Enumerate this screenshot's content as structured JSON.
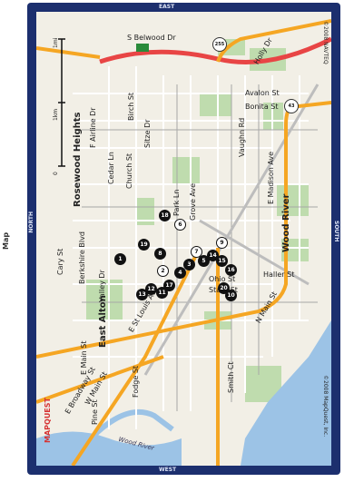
{
  "page_title": "Map",
  "compass": {
    "top": "EAST",
    "bottom": "WEST",
    "left": "NORTH",
    "right": "SOUTH"
  },
  "copyright": {
    "top_right": "©2008 NAVTEQ",
    "bottom_right": "©2008 MapQuest, Inc."
  },
  "logo_text": "MAPQUEST",
  "scale": {
    "miles": "1mi",
    "km": "1km",
    "zero": "0"
  },
  "cities": {
    "rosewood_heights": "Rosewood Heights",
    "east_alton": "East Alton",
    "wood_river": "Wood River"
  },
  "streets": {
    "belwood": "S Belwood Dr",
    "holly": "Holly Dr",
    "avalon": "Avalon St",
    "bonita": "Bonita St",
    "vaughn": "Vaughn Rd",
    "e_madison": "E Madison Ave",
    "f_airline": "F Airline Dr",
    "birch": "Birch St",
    "sitze": "Sitze Dr",
    "cedar": "Cedar Ln",
    "church": "Church St",
    "park": "Park Ln",
    "grove": "Grove Ave",
    "berkshire": "Berkshire Blvd",
    "valley": "Valley Dr",
    "e_st_louis": "E St Louis Ave",
    "e_main": "E Main St",
    "e_broadway": "E Broadway St",
    "w_main": "W Main St",
    "pine": "Pine St",
    "fodge": "Fodge St",
    "smith": "Smith Ct",
    "haller": "Haller St",
    "n_main": "N Main St",
    "cary": "Cary St",
    "ohio": "Ohio St",
    "state": "State St"
  },
  "river": "Wood River",
  "highways": {
    "h255": "255",
    "h43": "43"
  },
  "markers": [
    "1",
    "2",
    "3",
    "4",
    "5",
    "6",
    "7",
    "8",
    "9",
    "10",
    "11",
    "12",
    "13",
    "14",
    "15",
    "16",
    "17",
    "18",
    "19",
    "20"
  ],
  "colors": {
    "frame": "#1c2f6e",
    "land": "#f2efe6",
    "park": "#bfdcae",
    "water": "#9cc3e6",
    "highway": "#f5a623",
    "interstate": "#e84545",
    "marker": "#111111"
  }
}
